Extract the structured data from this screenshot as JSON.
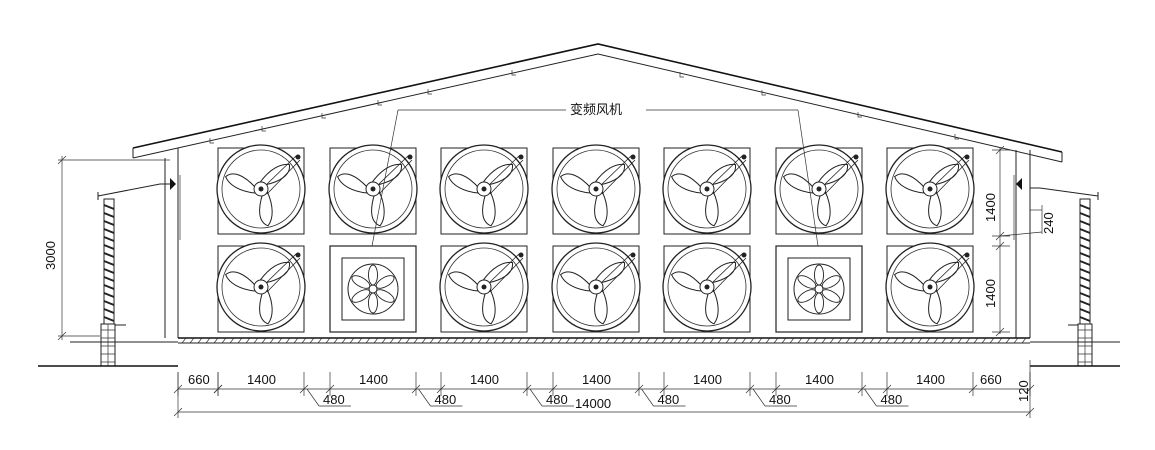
{
  "diagram": {
    "label": "变频风机",
    "bottom_dims": {
      "side_left": "660",
      "side_right": "660",
      "bay_width": "1400",
      "gap": "480",
      "total": "14000",
      "floor_offset": "120"
    },
    "left_dims": {
      "height": "3000"
    },
    "right_dims": {
      "upper_fan": "1400",
      "lower_fan": "1400",
      "spacing": "240"
    },
    "fans": {
      "top_row": [
        "axial",
        "axial",
        "axial",
        "axial",
        "axial",
        "axial",
        "axial"
      ],
      "bottom_row": [
        "axial",
        "box",
        "axial",
        "axial",
        "axial",
        "box",
        "axial"
      ]
    }
  }
}
